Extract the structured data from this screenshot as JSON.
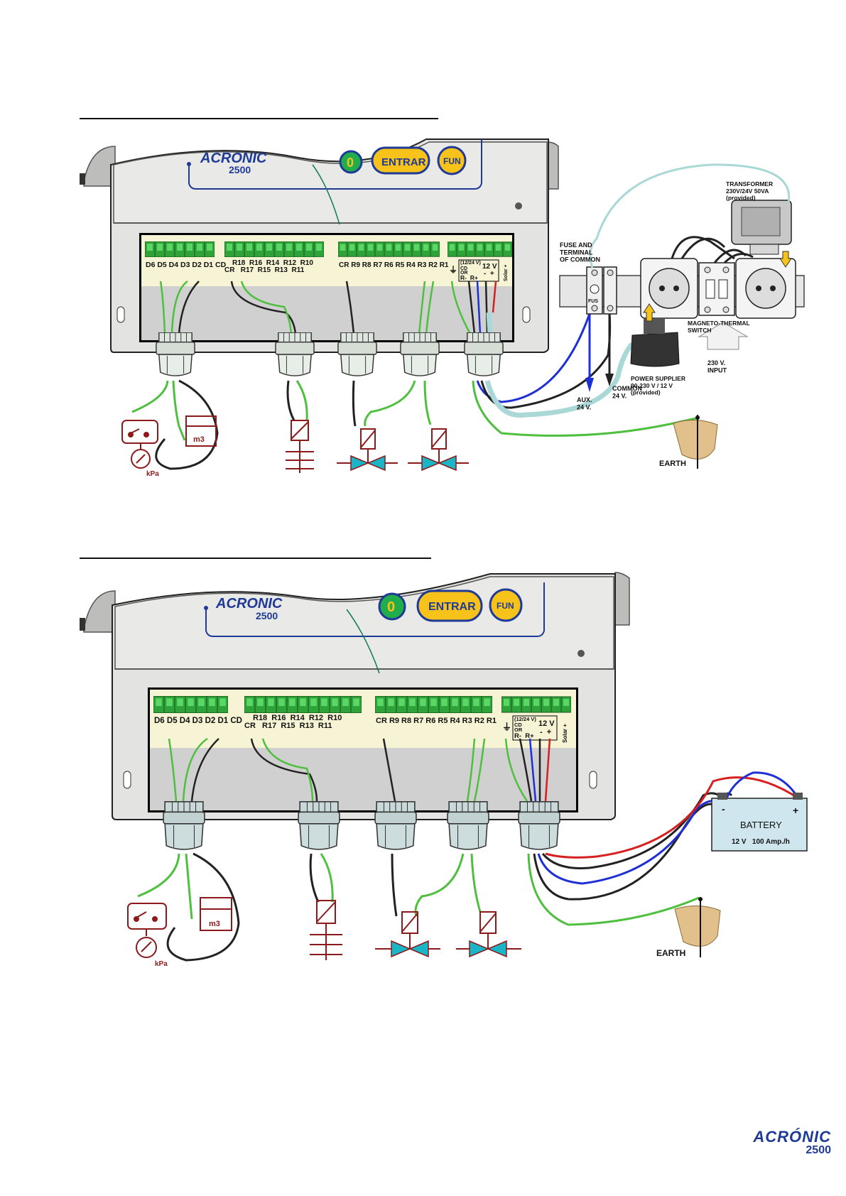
{
  "page": {
    "footer_logo": {
      "brand": "ACRÓNIC",
      "model": "2500"
    }
  },
  "diagram_mains": {
    "panel": {
      "brand": "ACRONIC",
      "model": "2500",
      "btn_zero": "0",
      "btn_entrar": "ENTRAR",
      "btn_fun": "FUN"
    },
    "terminals": {
      "group1_row1": "D6 D5 D4 D3 D2 D1 CD",
      "group2_row1": "R18  R16  R14  R12  R10",
      "group2_row2": "CR   R17  R15  R13  R11",
      "group3_row1": "CR R9 R8 R7 R6 R5 R4 R3 R2 R1",
      "power_labels": [
        "(12/24 V)",
        "CD",
        "OR",
        "R-  R+",
        "12 V",
        "-  +",
        "Solar +"
      ]
    },
    "sensor_labels": {
      "meter": "m3",
      "pressure": "kPa"
    },
    "labels": {
      "fuse": "FUSE AND\nTERMINAL\nOF COMMON",
      "fuse_tag": "FUS",
      "transformer": "TRANSFORMER\n230V/24V  50VA\n(provided)",
      "switch": "MAGNETO-THERMAL\nSWITCH",
      "input": "230 V.\nINPUT",
      "power_supplier": "POWER SUPPLIER\n90-230 V / 12 V\n(provided)",
      "aux": "AUX.\n24 V.",
      "common": "COMMON\n24 V.",
      "earth": "EARTH"
    }
  },
  "diagram_battery": {
    "panel": {
      "brand": "ACRONIC",
      "model": "2500",
      "btn_zero": "0",
      "btn_entrar": "ENTRAR",
      "btn_fun": "FUN"
    },
    "terminals": {
      "group1_row1": "D6 D5 D4 D3 D2 D1 CD",
      "group2_row1": "R18  R16  R14  R12  R10",
      "group2_row2": "CR   R17  R15  R13  R11",
      "group3_row1": "CR R9 R8 R7 R6 R5 R4 R3 R2 R1",
      "power_labels": [
        "(12/24 V)",
        "CD",
        "OR",
        "R-  R+",
        "12 V",
        "-  +",
        "Solar +"
      ]
    },
    "sensor_labels": {
      "meter": "m3",
      "pressure": "kPa"
    },
    "battery": {
      "title": "BATTERY",
      "spec": "12 V   100 Amp./h",
      "minus": "-",
      "plus": "+"
    },
    "labels": {
      "earth": "EARTH"
    }
  },
  "colors": {
    "wire_green": "#4fbf3f",
    "wire_black": "#222222",
    "wire_blue": "#1f2fd6",
    "wire_red": "#d81f1f",
    "wire_cyan": "#a9d8d6",
    "symbol_red": "#8b1a1a",
    "valve_cyan": "#1bb5c8",
    "panel_grey": "#e3e3e1",
    "terminal_green": "#2fa33a",
    "label_yellow": "#f6f4d4",
    "earth_brown": "#e2c08c",
    "battery_blue": "#cfe6ee",
    "brand_blue": "#1e3a96",
    "button_yellow": "#f7c21a"
  }
}
